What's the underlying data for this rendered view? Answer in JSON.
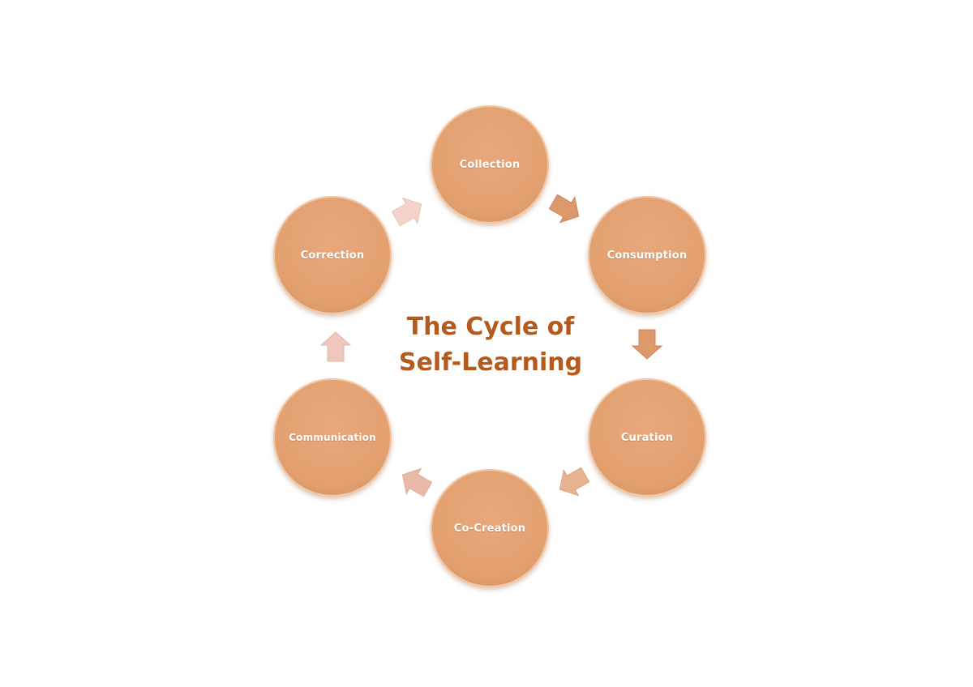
{
  "diagram": {
    "title_line_1": "The Cycle of",
    "title_line_2": "Self-Learning",
    "nodes": [
      {
        "label": "Collection"
      },
      {
        "label": "Consumption"
      },
      {
        "label": "Curation"
      },
      {
        "label": "Co-Creation"
      },
      {
        "label": "Communication"
      },
      {
        "label": "Correction"
      }
    ]
  },
  "colors": {
    "node_fill": "#e3a171",
    "title": "#b45a1e",
    "arrow_strong": "#dc9a6b",
    "arrow_medium": "#e8b391",
    "arrow_light": "#efc7bd"
  }
}
